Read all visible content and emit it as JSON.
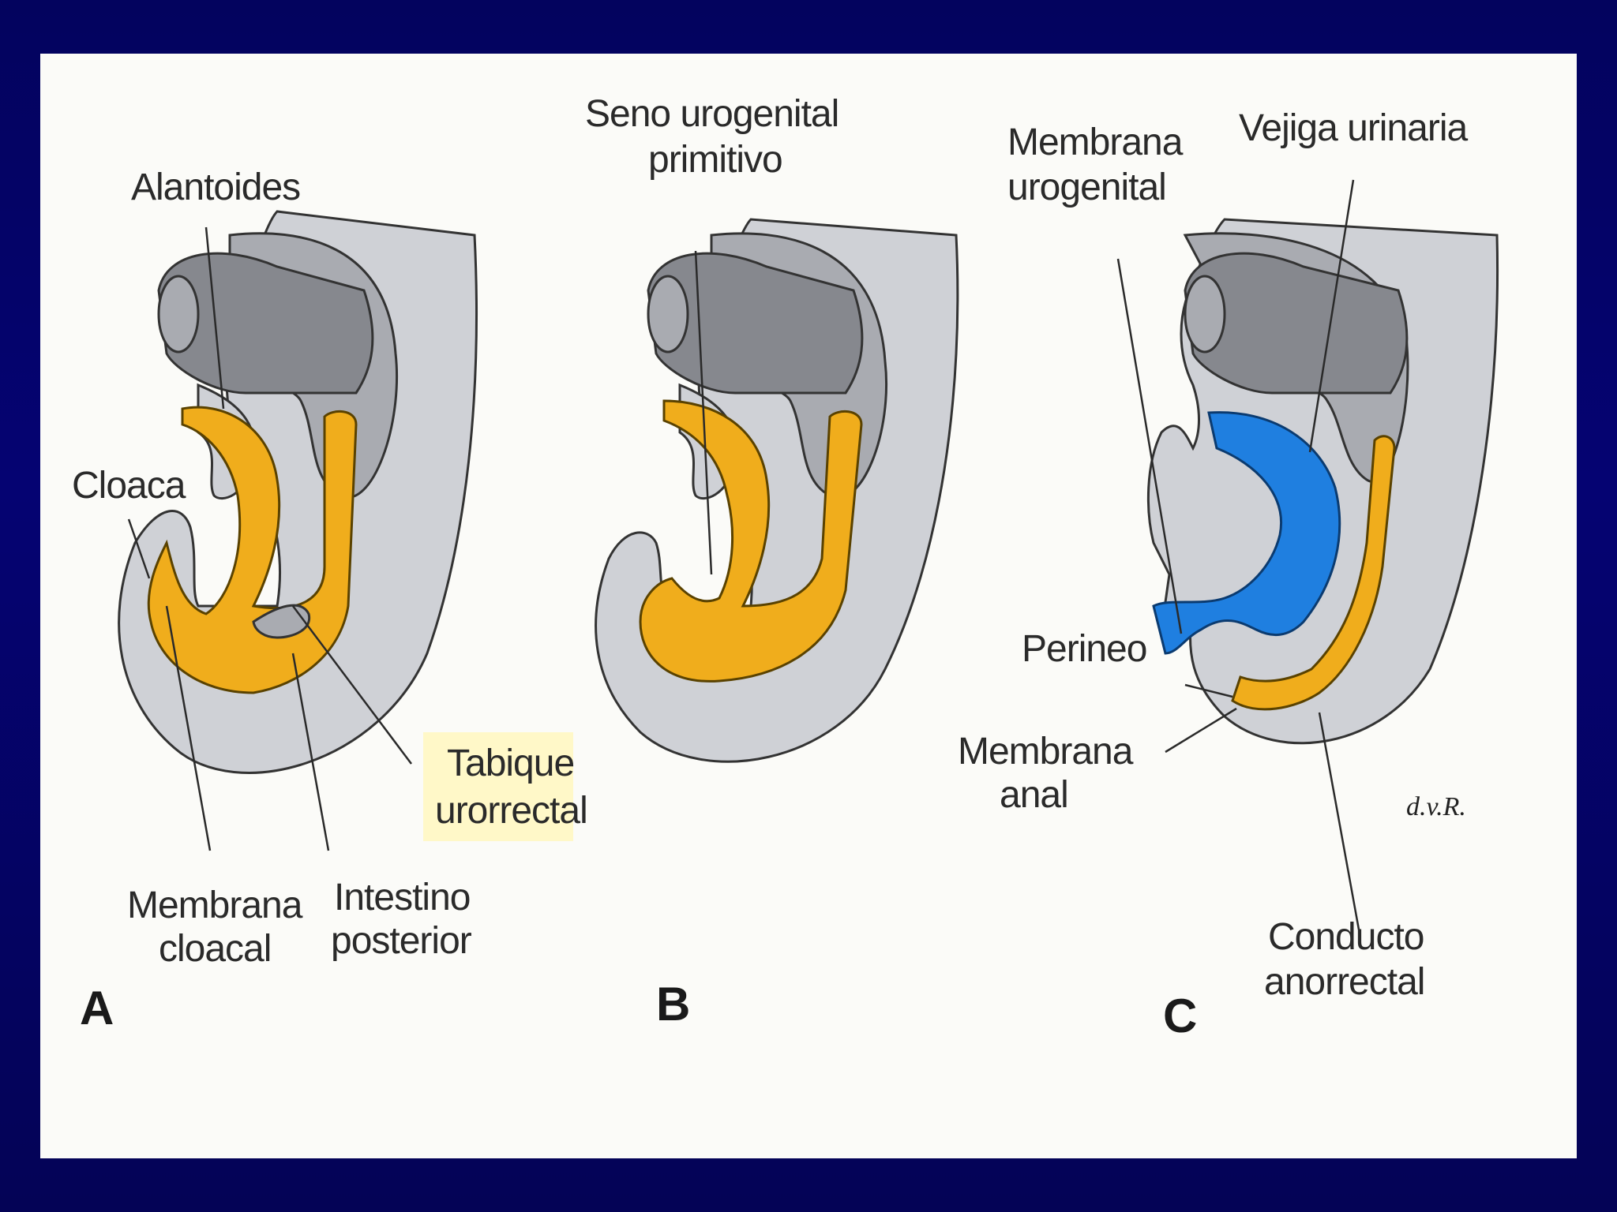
{
  "labels": {
    "alantoides": "Alantoides",
    "cloaca": "Cloaca",
    "tabique_1": "Tabique",
    "tabique_2": "urorrectal",
    "membrana_cloacal_1": "Membrana",
    "membrana_cloacal_2": "cloacal",
    "intestino_1": "Intestino",
    "intestino_2": "posterior",
    "seno_1": "Seno urogenital",
    "seno_2": "primitivo",
    "membrana_urogenital_1": "Membrana",
    "membrana_urogenital_2": "urogenital",
    "vejiga": "Vejiga urinaria",
    "perineo": "Perineo",
    "membrana_anal_1": "Membrana",
    "membrana_anal_2": "anal",
    "conducto_1": "Conducto",
    "conducto_2": "anorrectal",
    "signature": "d.v.R."
  },
  "panels": {
    "a": "A",
    "b": "B",
    "c": "C"
  },
  "colors": {
    "background": "#04036a",
    "septum": "#f0ad1c",
    "bladder": "#1f7fe0",
    "tissue": "#cfd1d6"
  }
}
